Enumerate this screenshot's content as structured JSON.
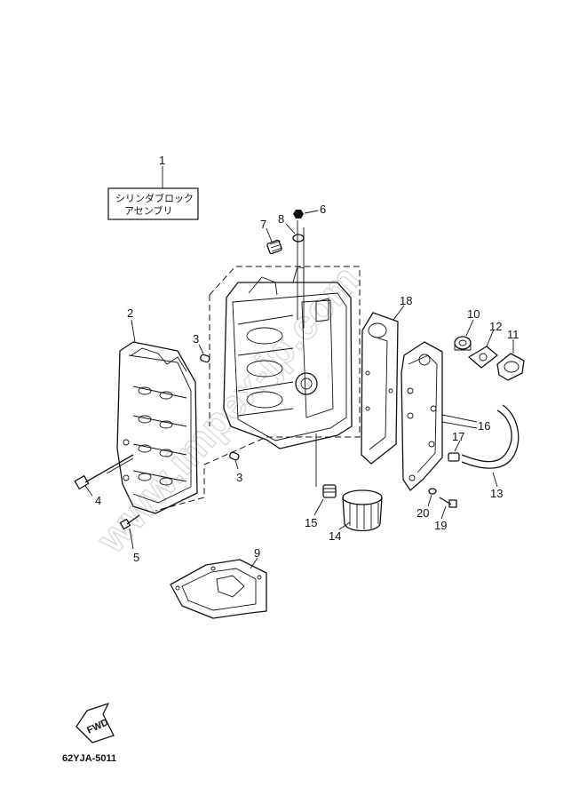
{
  "watermark": "www.impex-jp.com",
  "label_box": {
    "line1": "シリンダブロック",
    "line2": "アセンブリ"
  },
  "callouts": {
    "p1": "1",
    "p2": "2",
    "p3a": "3",
    "p3b": "3",
    "p4": "4",
    "p5": "5",
    "p6": "6",
    "p7": "7",
    "p8": "8",
    "p9": "9",
    "p10": "10",
    "p11": "11",
    "p12": "12",
    "p13": "13",
    "p14": "14",
    "p15": "15",
    "p16": "16",
    "p17": "17",
    "p18": "18",
    "p19": "19",
    "p20": "20"
  },
  "fwd_arrow_label": "FWD",
  "diagram_code": "62YJA-5011"
}
